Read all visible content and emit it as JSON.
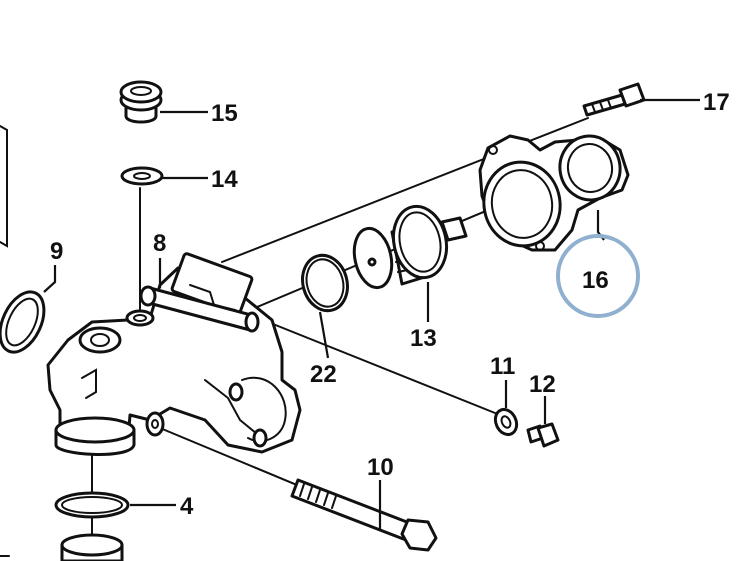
{
  "diagram": {
    "callouts": [
      "4",
      "8",
      "9",
      "10",
      "11",
      "12",
      "13",
      "14",
      "15",
      "16",
      "17",
      "22"
    ],
    "highlight": {
      "callout": "16",
      "color": "#8fb0cf"
    },
    "colors": {
      "line": "#111111",
      "background": "#ffffff"
    }
  }
}
